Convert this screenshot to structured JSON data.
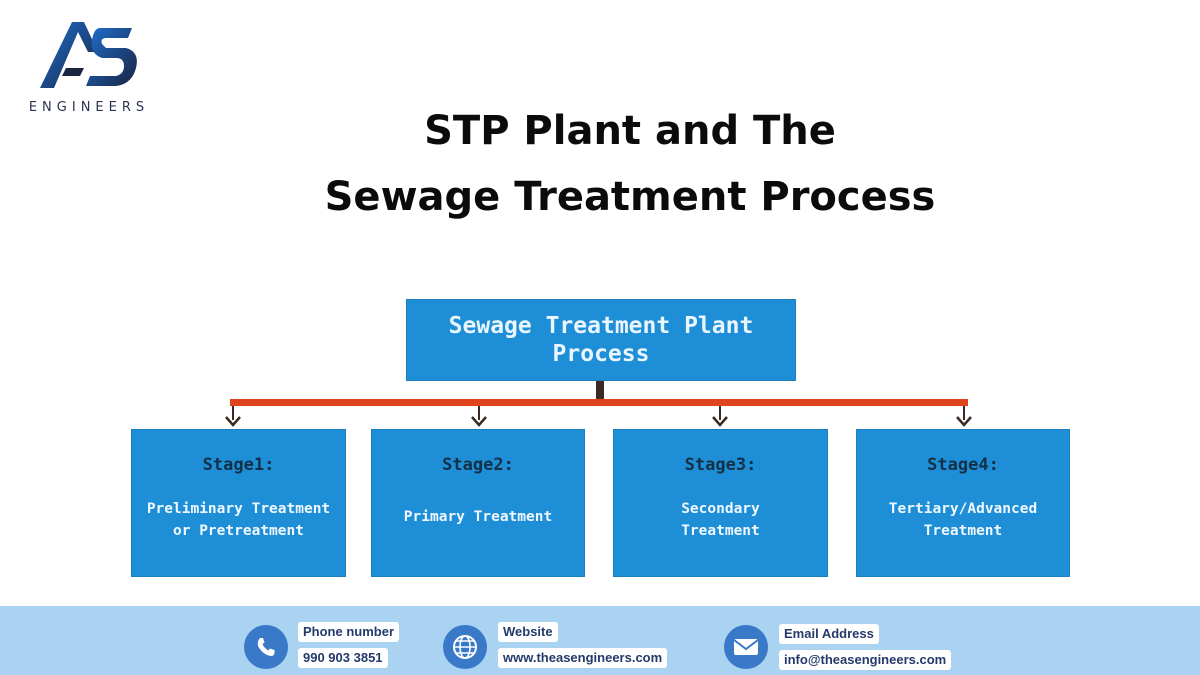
{
  "brand": {
    "logo_mark": "AS",
    "logo_text": "ENGINEERS"
  },
  "title": {
    "line1": "STP Plant and The",
    "line2": "Sewage Treatment Process"
  },
  "diagram": {
    "root": "Sewage Treatment Plant Process",
    "stages": [
      {
        "label": "Stage1:",
        "description": "Preliminary Treatment or Pretreatment"
      },
      {
        "label": "Stage2:",
        "description": "Primary Treatment"
      },
      {
        "label": "Stage3:",
        "description": "Secondary Treatment"
      },
      {
        "label": "Stage4:",
        "description": "Tertiary/Advanced Treatment"
      }
    ]
  },
  "footer": {
    "phone": {
      "label": "Phone number",
      "value": "990 903 3851",
      "icon": "phone-icon"
    },
    "website": {
      "label": "Website",
      "value": "www.theasengineers.com",
      "icon": "globe-icon"
    },
    "email": {
      "label": "Email Address",
      "value": "info@theasengineers.com",
      "icon": "mail-icon"
    }
  },
  "colors": {
    "box": "#1e8fd6",
    "connector": "#e0441c",
    "footer": "#a9d3f1",
    "icon": "#3a78c8"
  }
}
